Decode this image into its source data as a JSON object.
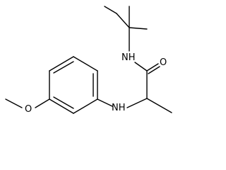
{
  "molecule": {
    "atoms": {
      "amide_nitrogen": "NH",
      "carbonyl_oxygen": "O",
      "amine_nitrogen": "NH",
      "ether_oxygen": "O"
    }
  },
  "colors": {
    "bond": "#000000",
    "label": "#000000",
    "background": "#ffffff"
  }
}
